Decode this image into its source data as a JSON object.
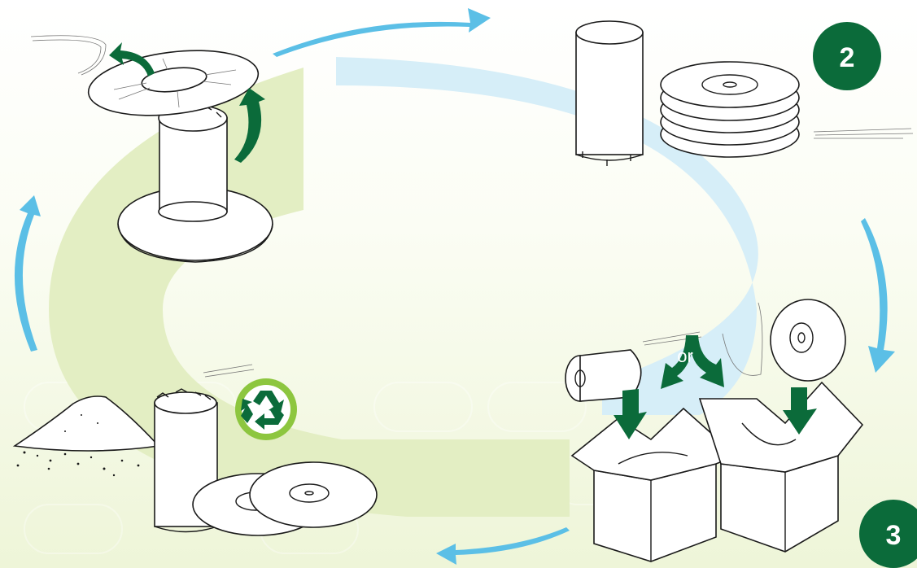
{
  "badges": [
    {
      "label": "2",
      "color": "#0b6b3a"
    },
    {
      "label": "3",
      "color": "#0b6b3a"
    }
  ],
  "or_label": "or",
  "colors": {
    "cycle_blue": "#5bbfe6",
    "cycle_blue_light": "#d6eef8",
    "cycle_green_light": "#e3eec3",
    "dark_green": "#0b6b3a",
    "recycle_green": "#8dc63f"
  },
  "icons": [
    "recycle-icon",
    "cycle-arrow-icon",
    "curved-arrow-icon",
    "down-arrow-icon"
  ]
}
